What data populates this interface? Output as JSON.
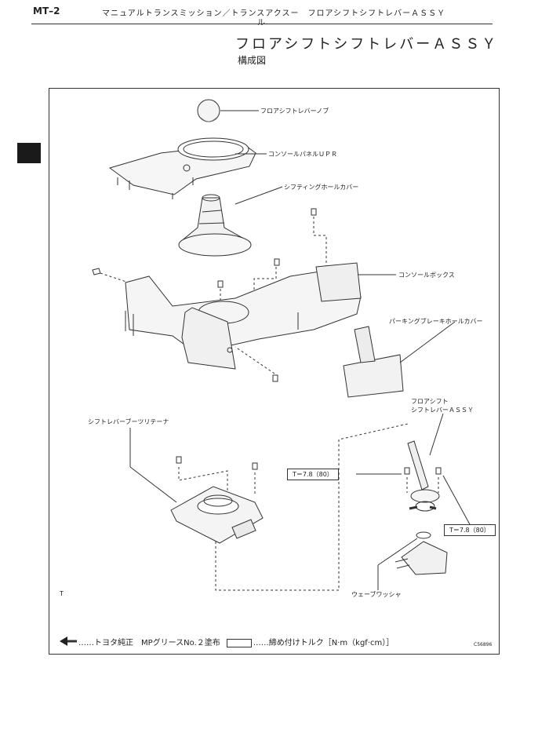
{
  "header": {
    "page_code": "MT–2",
    "section_title_line1": "マニュアルトランスミッション／トランスアクスー　フロアシフトシフトレバーＡＳＳＹ",
    "section_title_line2": "ル"
  },
  "title": "フロアシフトシフトレバーＡＳＳＹ",
  "subtitle": "構成図",
  "labels": {
    "knob": "フロアシフトレバーノブ",
    "console_panel": "コンソールパネルＵＰＲ",
    "shifting_hole_cover": "シフティングホールカバー",
    "console_box": "コンソールボックス",
    "parking_brake_cover": "パーキングブレーキホールカバー",
    "shift_lever_assy_line1": "フロアシフト",
    "shift_lever_assy_line2": "シフトレバーＡＳＳＹ",
    "boot_retainer": "シフトレバーブーツリテーナ",
    "wave_washer": "ウェーブワッシャ",
    "corner_t": "T"
  },
  "torque": {
    "left": "T＝7.8（80）",
    "right": "T＝7.8（80）"
  },
  "legend": {
    "grease": "……トヨタ純正　MPグリースNo.２塗布",
    "torque": "……締め付けトルク［N·m（kgf·cm）］"
  },
  "figure_code": "C56896",
  "colors": {
    "ink": "#222222",
    "tab": "#1a1a1a"
  }
}
